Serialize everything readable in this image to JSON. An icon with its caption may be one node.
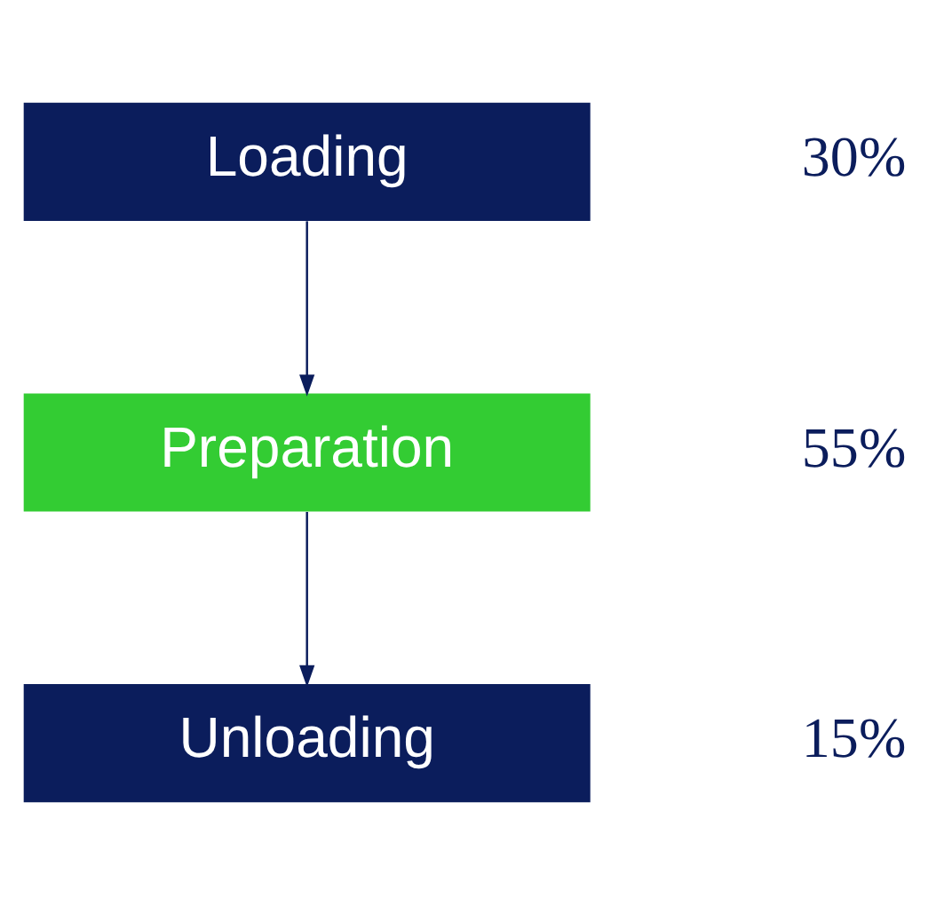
{
  "diagram": {
    "nodes": [
      {
        "text": [
          "Loading"
        ],
        "beside": [
          "30%"
        ]
      },
      {
        "text": [
          "Preparation"
        ],
        "beside": [
          "55%"
        ]
      },
      {
        "text": [
          "Unloading"
        ],
        "beside": [
          "15%"
        ]
      }
    ],
    "edges": [
      {
        "from": 0,
        "to": 1,
        "arrow": "to"
      },
      {
        "from": 1,
        "to": 2,
        "arrow": "to"
      }
    ]
  }
}
